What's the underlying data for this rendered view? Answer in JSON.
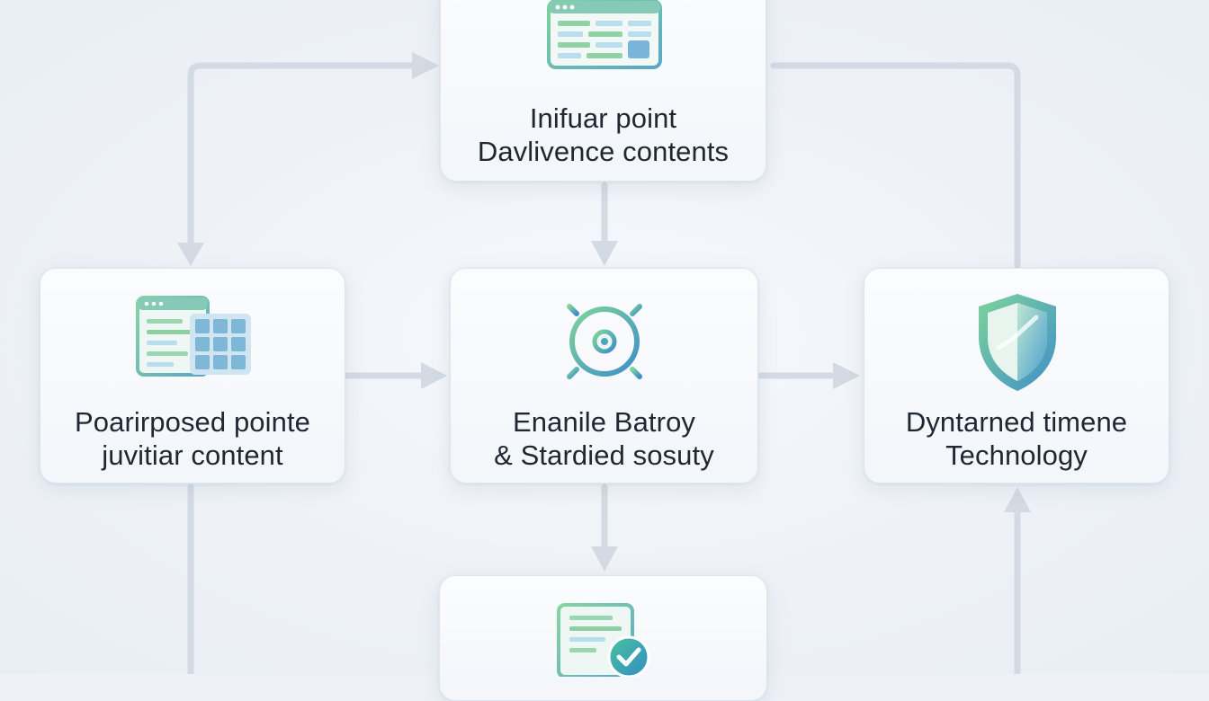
{
  "nodes": {
    "top": {
      "line1": "Inifuar point",
      "line2": "Davlivence contents",
      "icon": "spreadsheet-window-icon"
    },
    "left": {
      "line1": "Poarirposed pointe",
      "line2": "juvitiar content",
      "icon": "document-table-icon"
    },
    "center": {
      "line1": "Enanile Batroy",
      "line2": "& Stardied sosuty",
      "icon": "crosshair-wheel-icon"
    },
    "right": {
      "line1": "Dyntarned timene",
      "line2": "Technology",
      "icon": "shield-icon"
    },
    "bottom": {
      "icon": "document-check-icon"
    }
  },
  "colors": {
    "background": "#eef2f7",
    "card": "#f7f9fc",
    "connector": "#d6dce5",
    "accent_green": "#6fcf8a",
    "accent_teal": "#4aa6b8",
    "accent_blue": "#3f8fc9",
    "text": "#1f2733"
  }
}
